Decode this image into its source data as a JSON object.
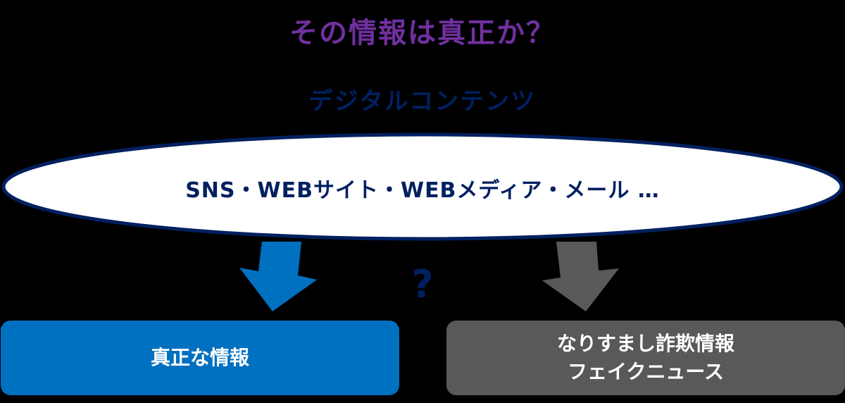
{
  "title": "その情報は真正か？",
  "subtitle": "デジタルコンテンツ",
  "ellipse": {
    "text": "SNS・WEBサイト・WEBメディア・メール …",
    "fill": "#FFFFFF",
    "border": "#002060"
  },
  "question_mark": "?",
  "arrows": [
    {
      "name": "arrow-to-authentic",
      "color": "#0070C0"
    },
    {
      "name": "arrow-to-fake",
      "color": "#595959"
    }
  ],
  "boxes": {
    "authentic": {
      "label": "真正な情報",
      "color": "#0070C0"
    },
    "fake": {
      "line1": "なりすまし詐欺情報",
      "line2": "フェイクニュース",
      "color": "#595959"
    }
  },
  "colors": {
    "title": "#7030A0",
    "navy": "#002060",
    "background": "#000000"
  }
}
